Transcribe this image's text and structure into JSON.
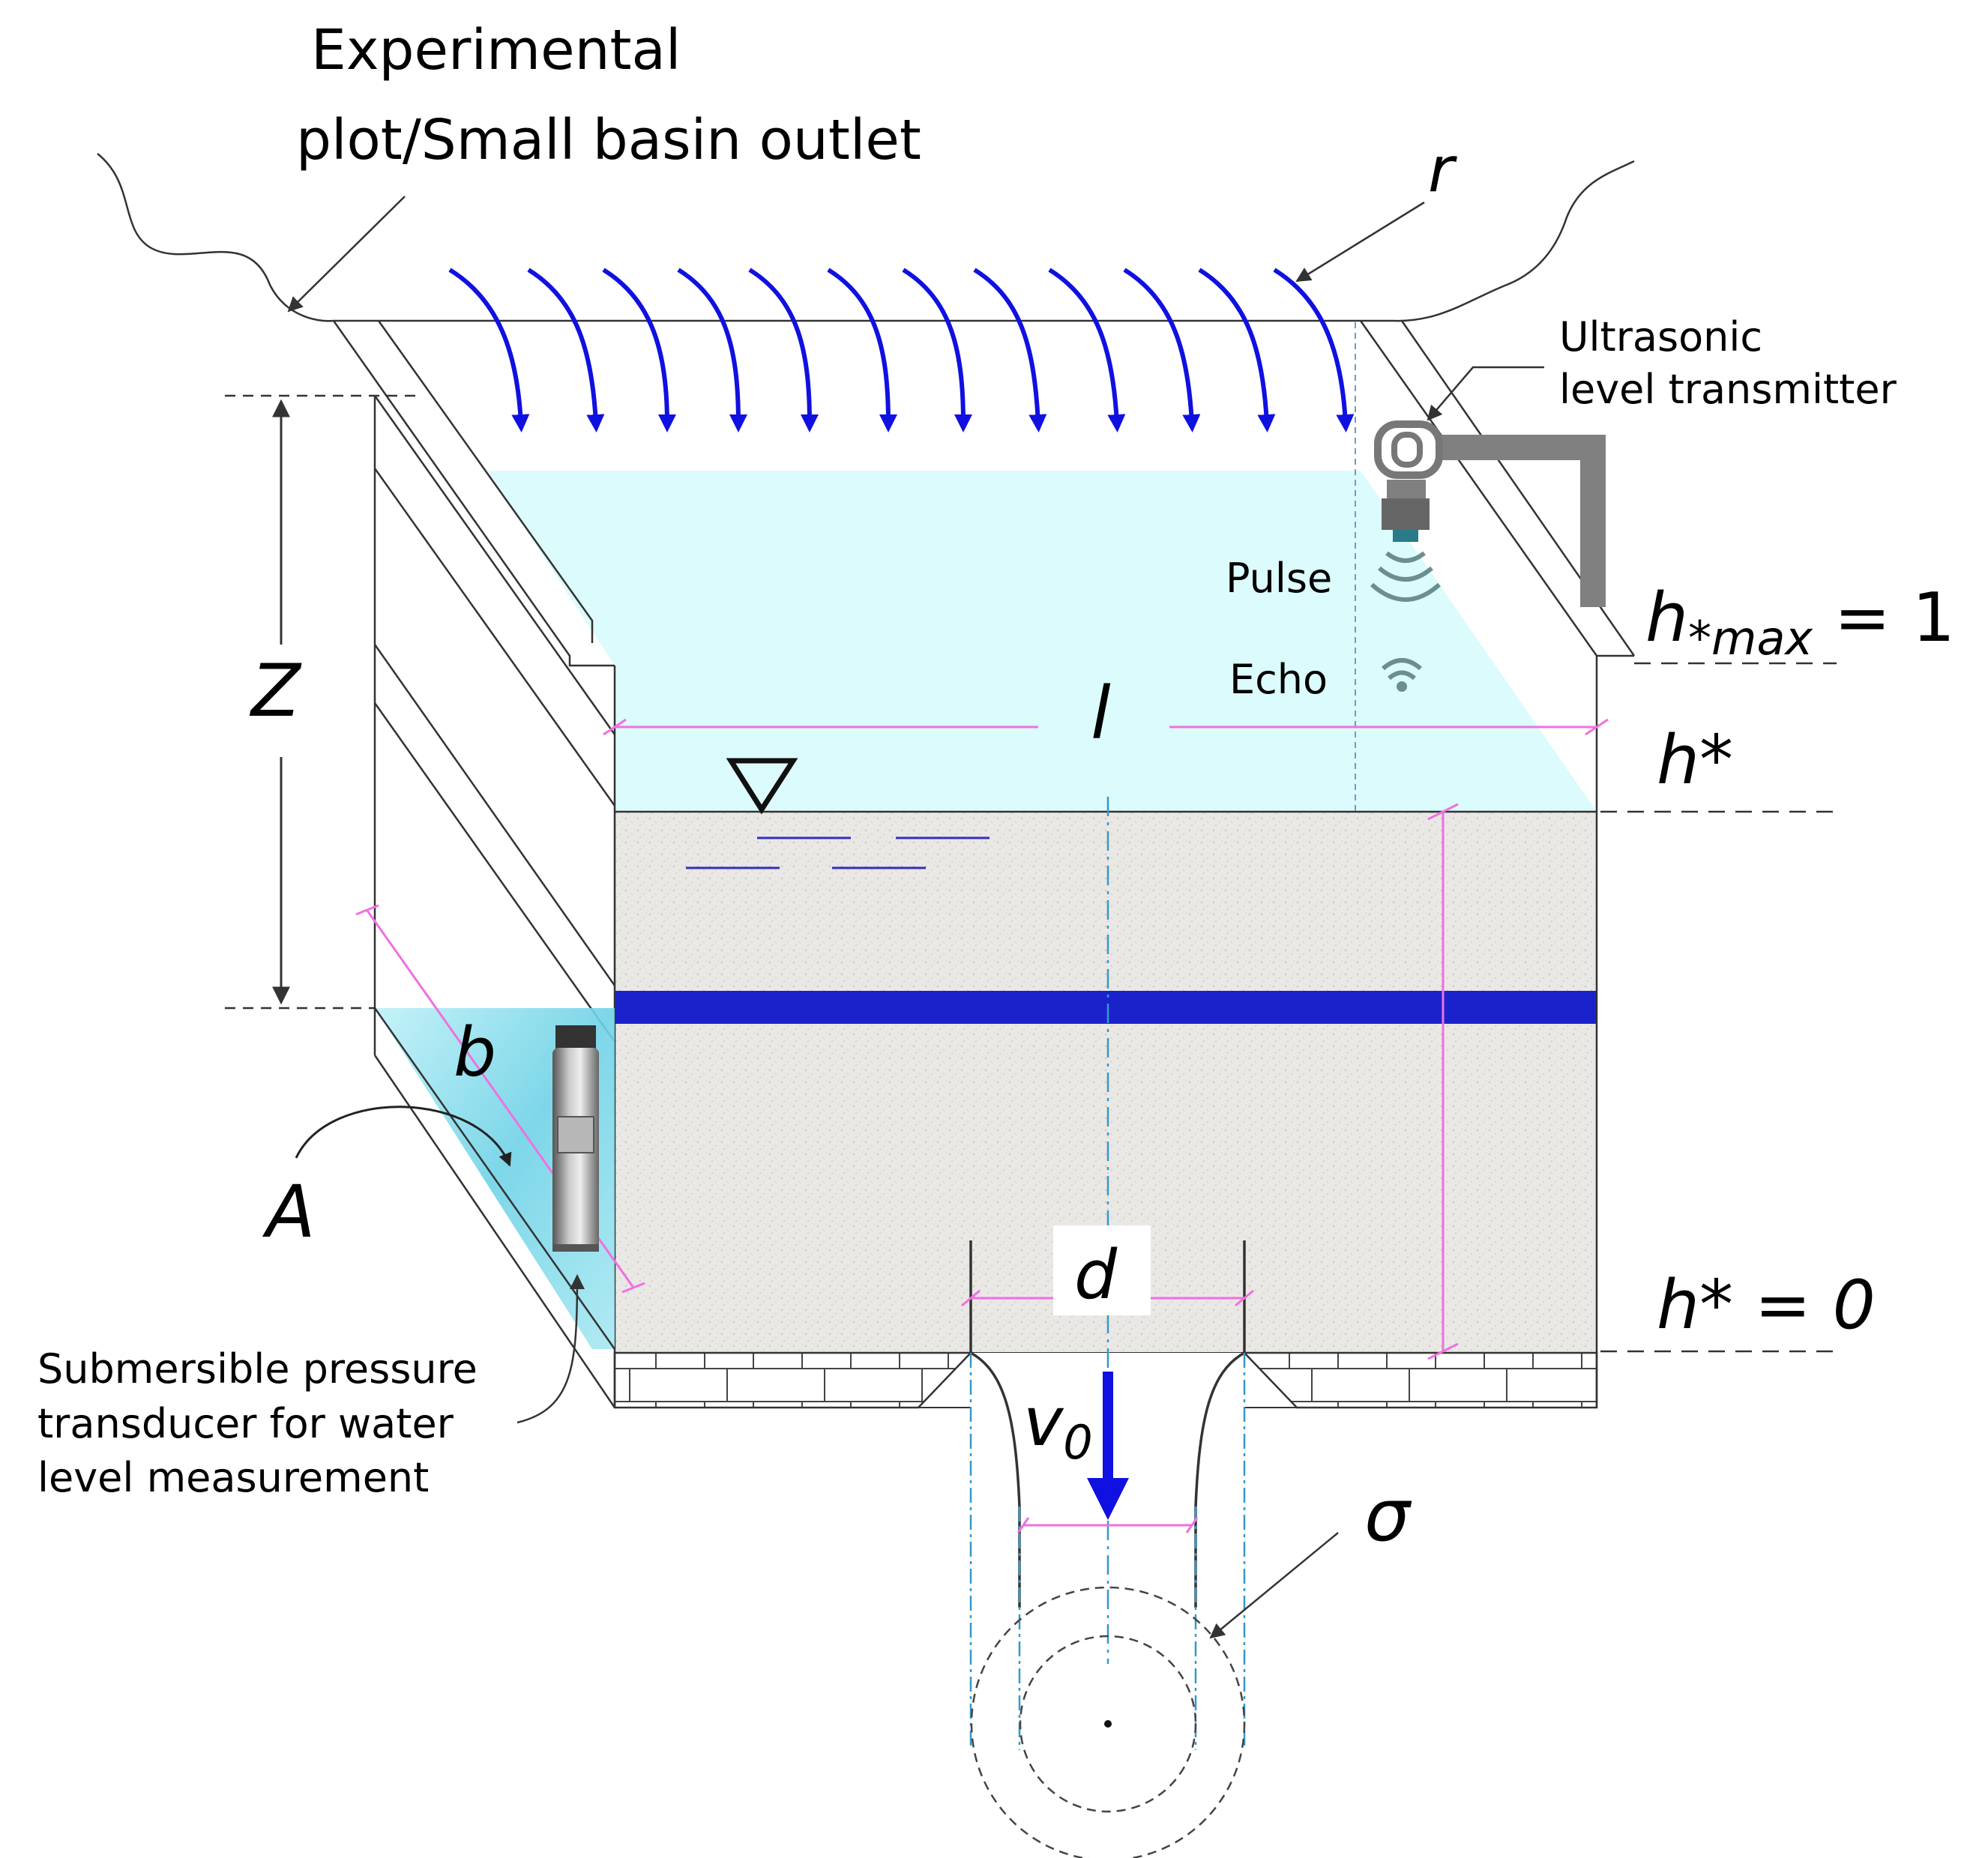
{
  "labels": {
    "plot_outlet_line1": "Experimental",
    "plot_outlet_line2": "plot/Small basin outlet",
    "rain": "r",
    "ultrasonic_line1": "Ultrasonic",
    "ultrasonic_line2": "level transmitter",
    "pulse": "Pulse",
    "echo": "Echo",
    "hmax_main": "h",
    "hmax_sub": "*max",
    "hmax_eq": " = 1",
    "hstar": "h*",
    "hzero": "h* = 0",
    "length": "l",
    "depth": "Z",
    "width": "b",
    "area": "A",
    "diameter": "d",
    "velocity_main": "v",
    "velocity_sub": "0",
    "sigma": "σ",
    "transducer_line1": "Submersible pressure",
    "transducer_line2": "transducer for water",
    "transducer_line3": "level measurement"
  },
  "colors": {
    "rain_arrows": "#1010e0",
    "water": "#dcfbfd",
    "soil": "#e9e7e4",
    "blue_band": "#1a22cc",
    "dimension_pink": "#f070e0",
    "centerline": "#3399cc",
    "sensor_gray": "#808080"
  }
}
